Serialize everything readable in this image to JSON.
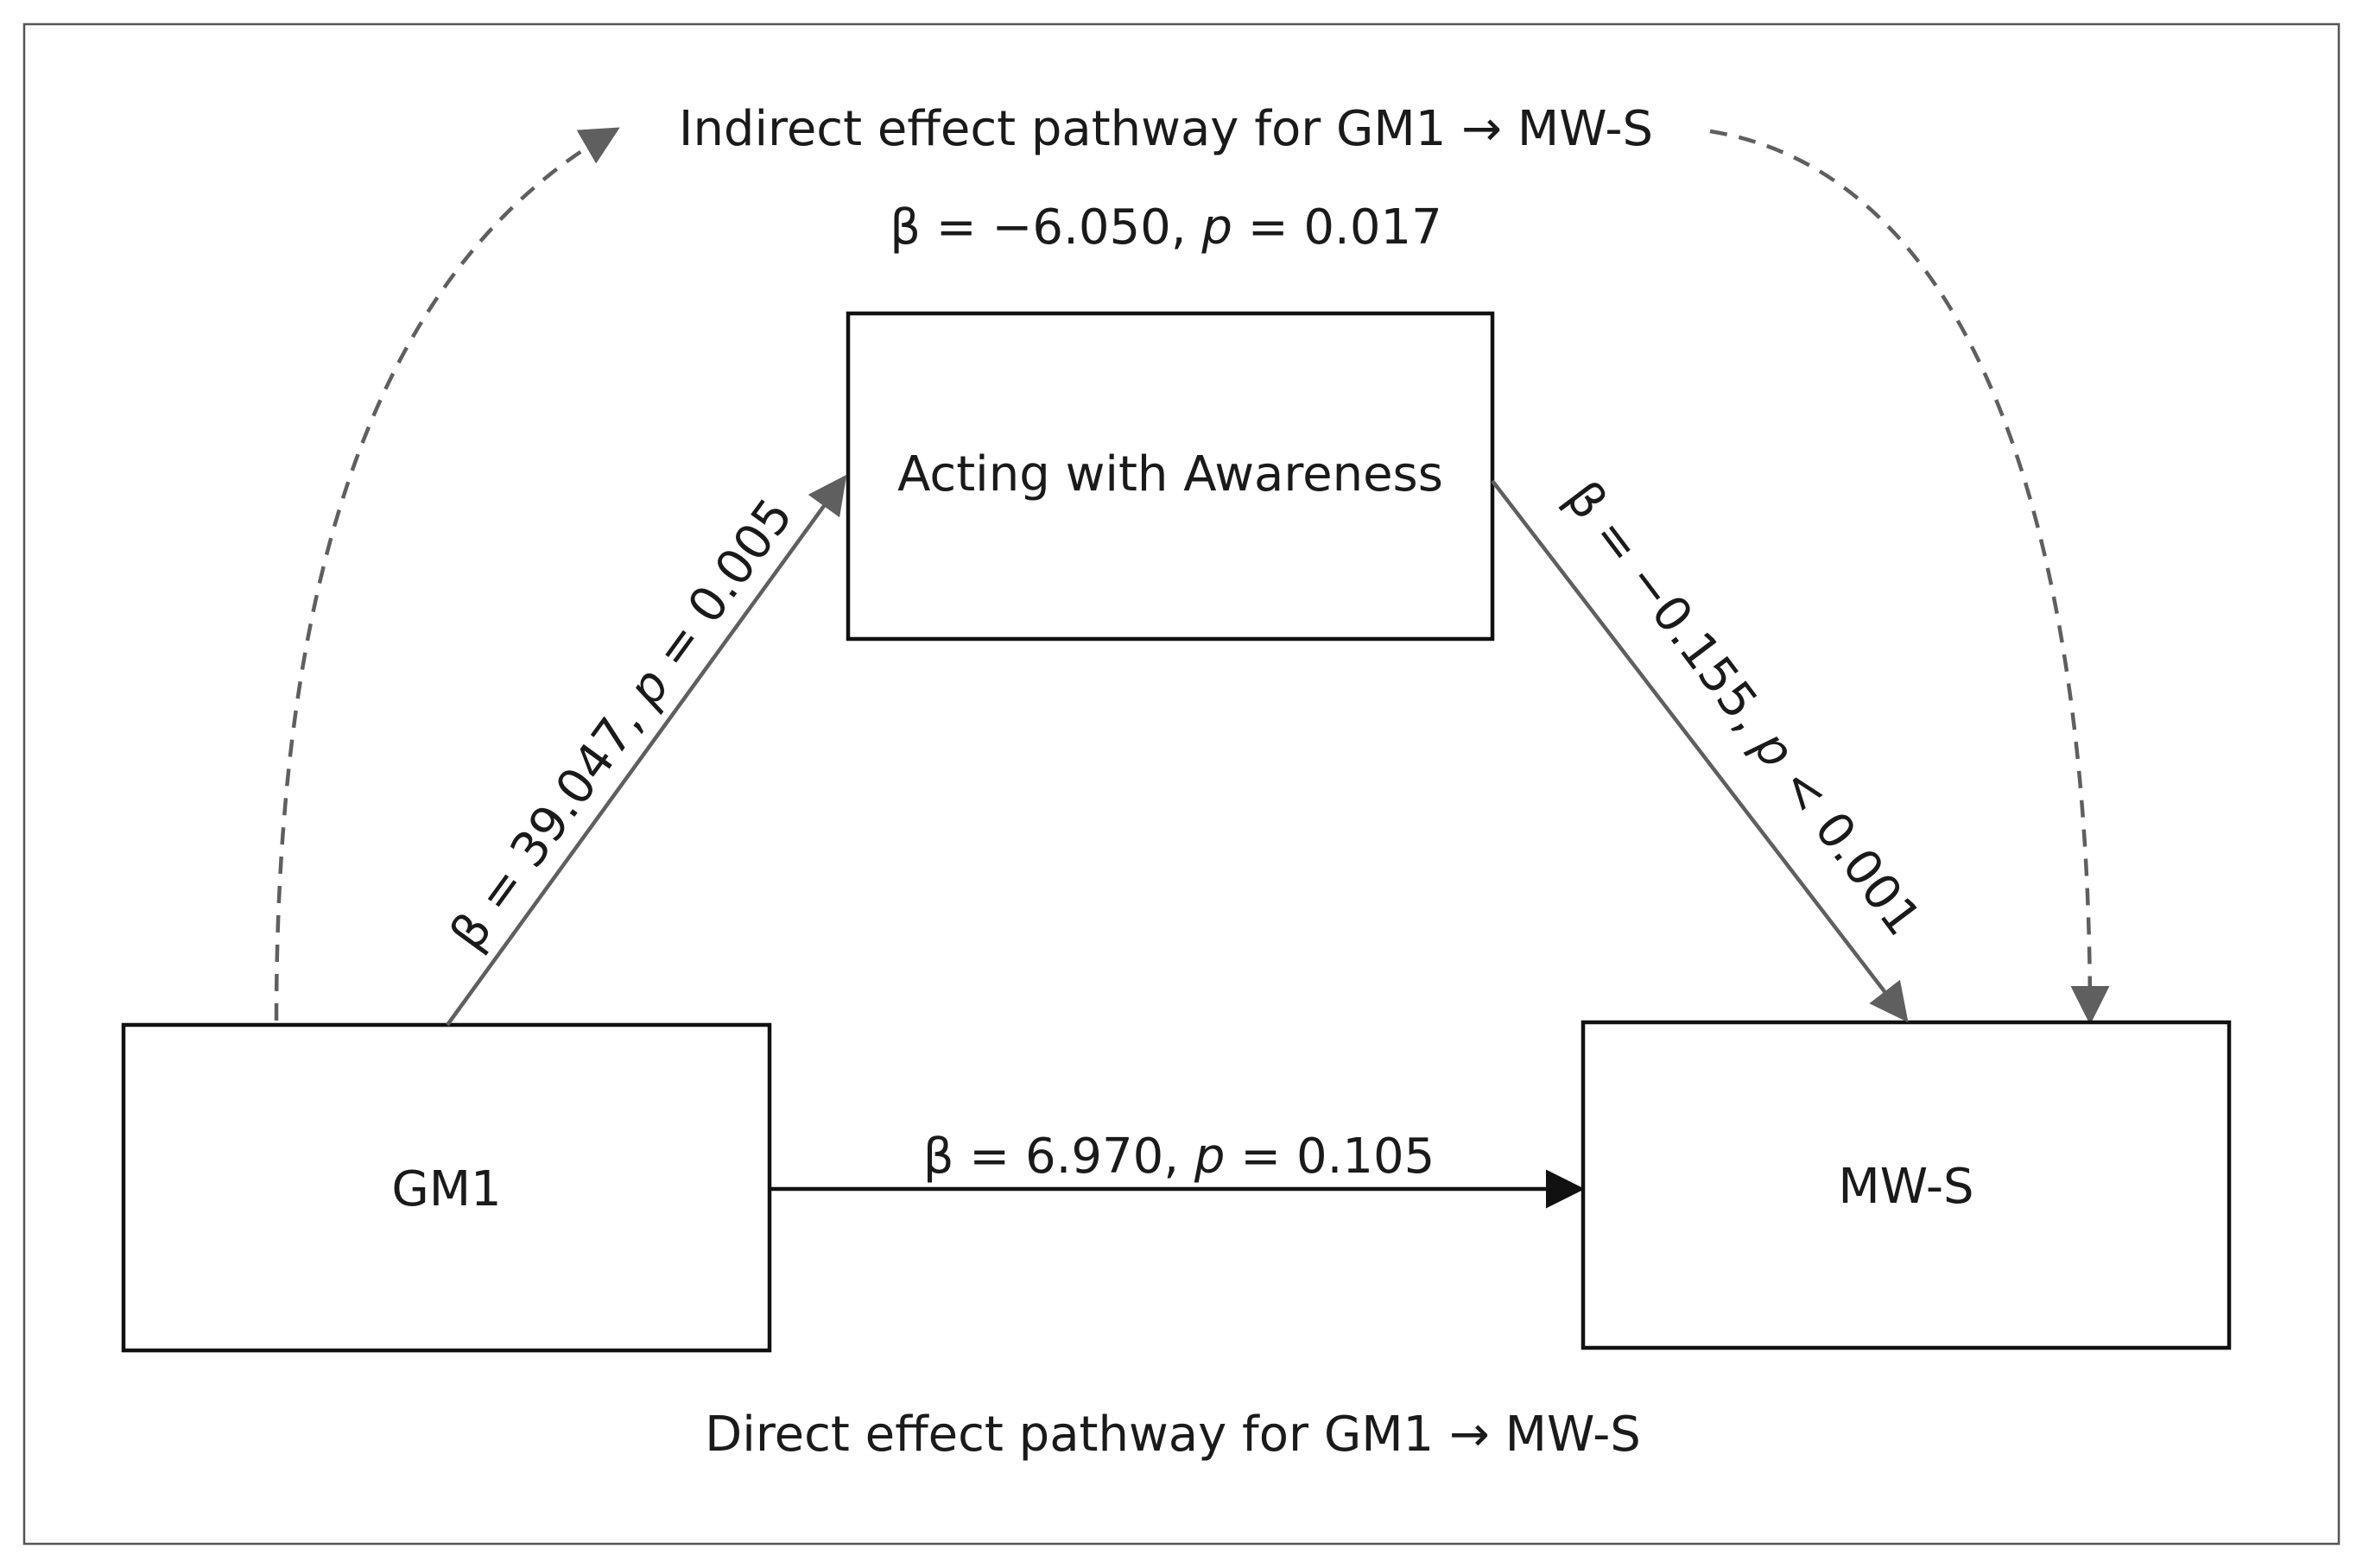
{
  "indirect_pathway": {
    "title": "Indirect effect pathway for GM1 → MW-S",
    "beta_prefix": "β = −6.050, ",
    "p_letter": "p",
    "p_suffix": " = 0.017"
  },
  "direct_pathway": {
    "title": "Direct effect pathway for GM1 → MW-S"
  },
  "nodes": {
    "mediator": "Acting with Awareness",
    "predictor": "GM1",
    "outcome": "MW-S"
  },
  "edges": {
    "a_path": {
      "beta_prefix": "β = 39.047, ",
      "p_letter": "p",
      "p_suffix": " = 0.005"
    },
    "b_path": {
      "beta_prefix": "β = −0.155, ",
      "p_letter": "p",
      "p_suffix": " < 0.001"
    },
    "c_path": {
      "beta_prefix": "β = 6.970, ",
      "p_letter": "p",
      "p_suffix": " = 0.105"
    }
  },
  "colors": {
    "grey_arrow": "#5f5f5f",
    "black_arrow": "#111111",
    "frame": "#555555"
  }
}
